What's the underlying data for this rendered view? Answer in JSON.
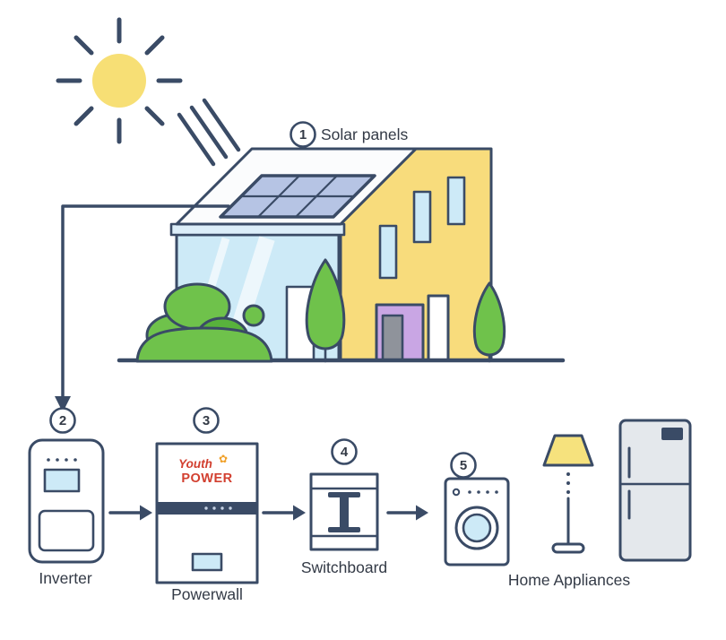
{
  "steps": [
    {
      "num": "1",
      "label": "Solar panels"
    },
    {
      "num": "2",
      "label": "Inverter"
    },
    {
      "num": "3",
      "label": "Powerwall"
    },
    {
      "num": "4",
      "label": "Switchboard"
    },
    {
      "num": "5",
      "label": "Home Appliances"
    }
  ],
  "brand": {
    "name_line1": "Youth",
    "name_line2": "POWER",
    "flower": "✿"
  },
  "colors": {
    "outline": "#3a4b66",
    "label_text": "#333a46",
    "sun_yellow": "#f7df75",
    "house_yellow": "#f8dc7c",
    "glass_blue": "#cdeaf7",
    "eave_blue": "#dceef9",
    "panel_blue": "#b6c4e4",
    "roof_white": "#fbfcfd",
    "leaf_green": "#6fc24b",
    "leaf_green_dark": "#58b23c",
    "door_purple": "#c9a6e4",
    "door_gray": "#8f939b",
    "logo_red": "#d23f2f",
    "logo_orange": "#f0a028",
    "lamp_yellow": "#f6e27d",
    "fridge_gray": "#e4e8ec"
  }
}
